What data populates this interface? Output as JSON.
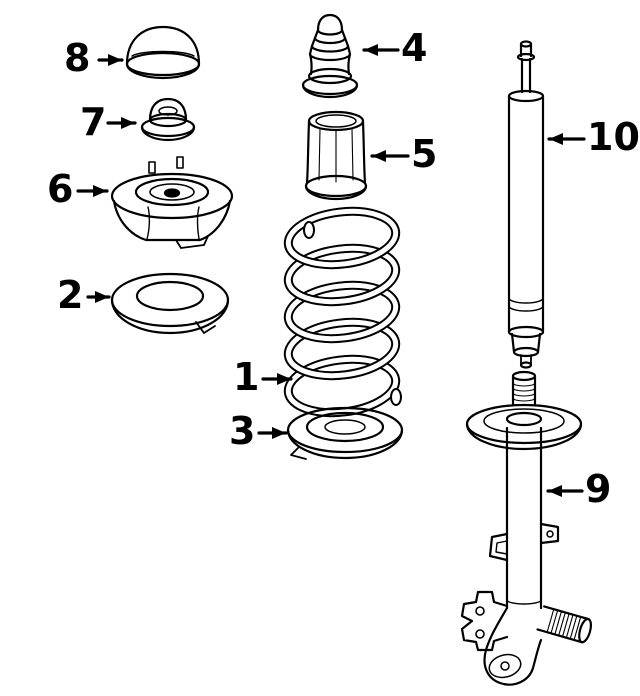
{
  "diagram": {
    "background_color": "#ffffff",
    "line_color": "#000000",
    "callouts": [
      {
        "label": "1"
      },
      {
        "label": "2"
      },
      {
        "label": "3"
      },
      {
        "label": "4"
      },
      {
        "label": "5"
      },
      {
        "label": "6"
      },
      {
        "label": "7"
      },
      {
        "label": "8"
      },
      {
        "label": "9"
      },
      {
        "label": "10"
      }
    ]
  }
}
